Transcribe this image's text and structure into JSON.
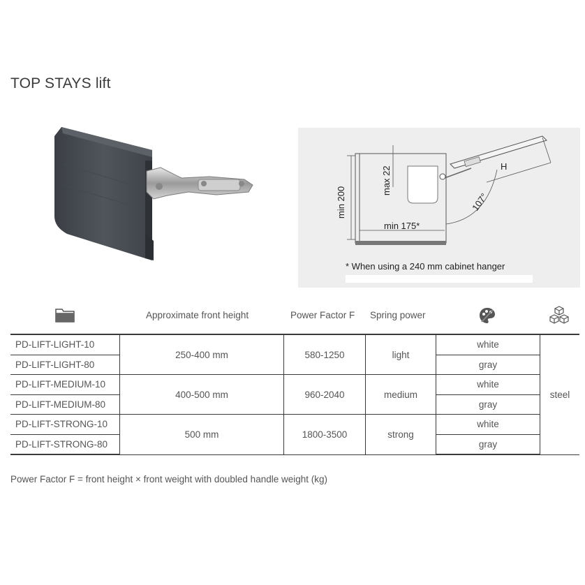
{
  "title": "TOP STAYS lift",
  "diagram": {
    "min_200": "min 200",
    "max_22": "max 22",
    "min_175": "min 175*",
    "angle": "107°",
    "h_label": "H",
    "footnote": "* When using a 240 mm cabinet hanger"
  },
  "table": {
    "headers": {
      "icon_product": "folder-icon",
      "front_height": "Approximate front height",
      "power_factor": "Power Factor F",
      "spring_power": "Spring power",
      "icon_color": "palette-icon",
      "icon_material": "cubes-icon"
    },
    "rows": [
      {
        "code": "PD-LIFT-LIGHT-10",
        "color": "white"
      },
      {
        "code": "PD-LIFT-LIGHT-80",
        "color": "gray"
      },
      {
        "code": "PD-LIFT-MEDIUM-10",
        "color": "white"
      },
      {
        "code": "PD-LIFT-MEDIUM-80",
        "color": "gray"
      },
      {
        "code": "PD-LIFT-STRONG-10",
        "color": "white"
      },
      {
        "code": "PD-LIFT-STRONG-80",
        "color": "gray"
      }
    ],
    "groups": [
      {
        "front_height": "250-400 mm",
        "power_factor": "580-1250",
        "spring_power": "light"
      },
      {
        "front_height": "400-500 mm",
        "power_factor": "960-2040",
        "spring_power": "medium"
      },
      {
        "front_height": "500 mm",
        "power_factor": "1800-3500",
        "spring_power": "strong"
      }
    ],
    "material": "steel"
  },
  "note": "Power Factor F = front height × front weight with doubled handle weight (kg)"
}
